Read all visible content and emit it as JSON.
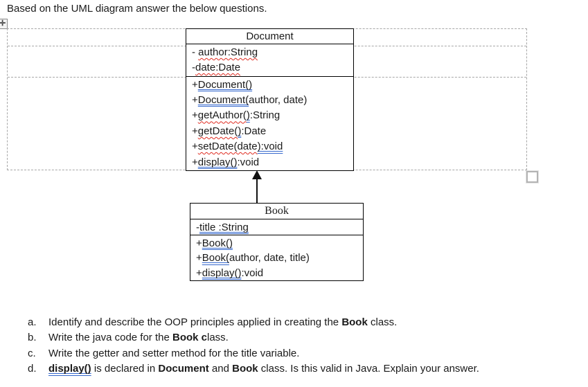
{
  "page": {
    "heading": "Based on the UML diagram answer the below questions."
  },
  "colors": {
    "spell_check_red": "#e02b20",
    "grammar_check_blue": "#3366cc",
    "gridline_gray": "#a6a6a6",
    "box_border_black": "#000000"
  },
  "icons": {
    "table_move_handle": "move-cross",
    "table_resize_handle": "square"
  },
  "uml": {
    "document_class": {
      "title": "Document",
      "attributes": [
        [
          {
            "t": "- ",
            "s": "plain"
          },
          {
            "t": "author:String",
            "s": "redwavy"
          }
        ],
        [
          {
            "t": "-",
            "s": "plain"
          },
          {
            "t": "date:Date",
            "s": "redwavy"
          }
        ]
      ],
      "methods": [
        [
          {
            "t": "+",
            "s": "plain"
          },
          {
            "t": "Document()",
            "s": "bluedouble"
          }
        ],
        [
          {
            "t": "+",
            "s": "plain"
          },
          {
            "t": "Document(",
            "s": "bluedouble"
          },
          {
            "t": "author, date)",
            "s": "plain"
          }
        ],
        [
          {
            "t": "+",
            "s": "plain"
          },
          {
            "t": "getAuthor(",
            "s": "redwavy"
          },
          {
            "t": ")",
            "s": "bluedouble"
          },
          {
            "t": ":String",
            "s": "plain"
          }
        ],
        [
          {
            "t": "+",
            "s": "plain"
          },
          {
            "t": "getDate(",
            "s": "redwavy"
          },
          {
            "t": ")",
            "s": "bluedouble"
          },
          {
            "t": ":Date",
            "s": "plain"
          }
        ],
        [
          {
            "t": "+",
            "s": "plain"
          },
          {
            "t": "setDate(date",
            "s": "redwavy"
          },
          {
            "t": "):void",
            "s": "bluedouble"
          }
        ],
        [
          {
            "t": "+",
            "s": "plain"
          },
          {
            "t": "display()",
            "s": "bluedouble"
          },
          {
            "t": ":void",
            "s": "plain"
          }
        ]
      ]
    },
    "book_class": {
      "title": "Book",
      "attributes": [
        [
          {
            "t": "-",
            "s": "plain"
          },
          {
            "t": "title :String",
            "s": "bluedouble"
          }
        ]
      ],
      "methods": [
        [
          {
            "t": "+",
            "s": "plain"
          },
          {
            "t": "Book()",
            "s": "bluedouble"
          }
        ],
        [
          {
            "t": "+",
            "s": "plain"
          },
          {
            "t": "Book(",
            "s": "bluedouble"
          },
          {
            "t": "author, date, title)",
            "s": "plain"
          }
        ],
        [
          {
            "t": "+",
            "s": "plain"
          },
          {
            "t": "display()",
            "s": "bluedouble"
          },
          {
            "t": ":void",
            "s": "plain"
          }
        ]
      ]
    },
    "relationship": "inheritance-arrow-book-to-document"
  },
  "questions": [
    {
      "label": "a.",
      "segments": [
        {
          "t": "Identify and describe the OOP principles applied in creating the ",
          "s": "plain"
        },
        {
          "t": "Book",
          "s": "bold"
        },
        {
          "t": " class.",
          "s": "plain"
        }
      ]
    },
    {
      "label": "b.",
      "segments": [
        {
          "t": "Write the java code for the ",
          "s": "plain"
        },
        {
          "t": "Book c",
          "s": "bold"
        },
        {
          "t": "lass.",
          "s": "plain"
        }
      ]
    },
    {
      "label": "c.",
      "segments": [
        {
          "t": "Write the getter and setter method for the title variable.",
          "s": "plain"
        }
      ]
    },
    {
      "label": "d.",
      "segments": [
        {
          "t": "display()",
          "s": "boldbluedouble"
        },
        {
          "t": " is declared in ",
          "s": "plain"
        },
        {
          "t": "Document",
          "s": "bold"
        },
        {
          "t": " and ",
          "s": "plain"
        },
        {
          "t": "Book",
          "s": "bold"
        },
        {
          "t": " class. Is this valid in Java. Explain your answer.",
          "s": "plain"
        }
      ]
    }
  ]
}
